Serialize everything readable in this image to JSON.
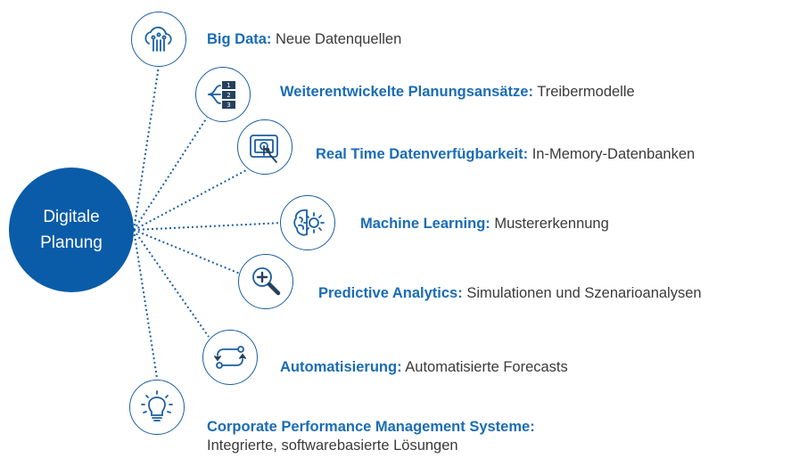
{
  "hub": {
    "line1": "Digitale",
    "line2": "Planung"
  },
  "items": [
    {
      "icon": "cloud-data-icon",
      "title": "Big Data:",
      "text": "Neue Datenquellen"
    },
    {
      "icon": "driver-model-icon",
      "title": "Weiterentwickelte Planungsansätze:",
      "text": "Treibermodelle"
    },
    {
      "icon": "touch-screen-icon",
      "title": "Real Time Datenverfügbarkeit:",
      "text": "In-Memory-Datenbanken"
    },
    {
      "icon": "brain-gear-icon",
      "title": "Machine Learning:",
      "text": "Mustererkennung"
    },
    {
      "icon": "magnifier-plus-icon",
      "title": "Predictive Analytics:",
      "text": "Simulationen und Szenarioanalysen"
    },
    {
      "icon": "automation-loop-icon",
      "title": "Automatisierung:",
      "text": "Automatisierte Forecasts"
    },
    {
      "icon": "lightbulb-icon",
      "title": "Corporate Performance Management Systeme:",
      "text": "Integrierte, softwarebasierte Lösungen"
    }
  ],
  "colors": {
    "primary": "#0a5ca8",
    "title": "#1a6cb5",
    "text": "#3a3a3a"
  }
}
